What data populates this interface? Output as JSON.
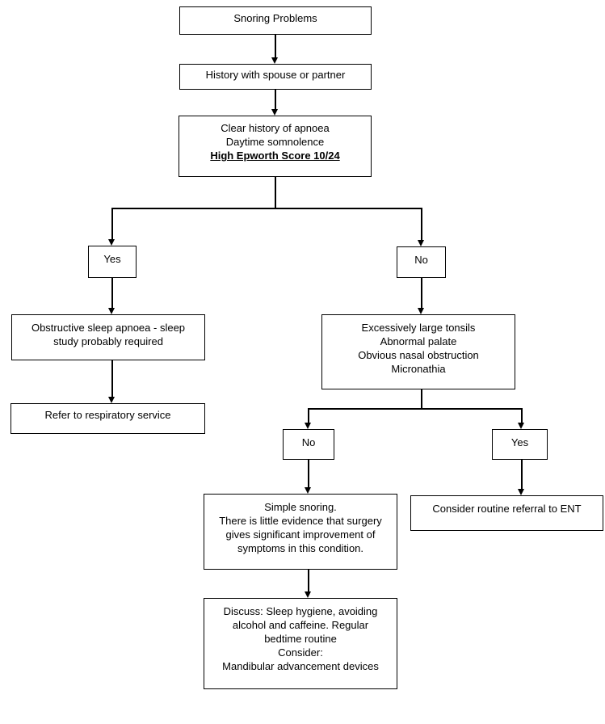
{
  "colors": {
    "background": "#ffffff",
    "box_border": "#000000",
    "text": "#000000",
    "connector": "#000000"
  },
  "flowchart": {
    "nodes": {
      "snoring": {
        "lines": [
          "Snoring Problems"
        ]
      },
      "history": {
        "lines": [
          "History with spouse or partner"
        ]
      },
      "assessment": {
        "lines": [
          "Clear history of apnoea",
          "Daytime somnolence",
          "High Epworth Score 10/24"
        ],
        "emphasized_line_index": 2
      },
      "yes1": {
        "lines": [
          "Yes"
        ]
      },
      "no1": {
        "lines": [
          "No"
        ]
      },
      "osa": {
        "lines": [
          "Obstructive sleep apnoea - sleep",
          "study probably required"
        ]
      },
      "refer_respiratory": {
        "lines": [
          "Refer to respiratory service"
        ]
      },
      "tonsils": {
        "lines": [
          "Excessively large tonsils",
          "Abnormal palate",
          "Obvious nasal obstruction",
          "Micronathia"
        ]
      },
      "no2": {
        "lines": [
          "No"
        ]
      },
      "yes2": {
        "lines": [
          "Yes"
        ]
      },
      "simple_snoring": {
        "lines": [
          "Simple snoring.",
          "There is little evidence that surgery",
          "gives significant improvement of",
          "symptoms in this condition."
        ]
      },
      "refer_ent": {
        "lines": [
          "Consider routine referral to ENT"
        ]
      },
      "discuss": {
        "lines": [
          "Discuss: Sleep hygiene, avoiding",
          "alcohol and caffeine. Regular",
          "bedtime routine",
          "Consider:",
          "Mandibular advancement devices"
        ]
      }
    }
  }
}
